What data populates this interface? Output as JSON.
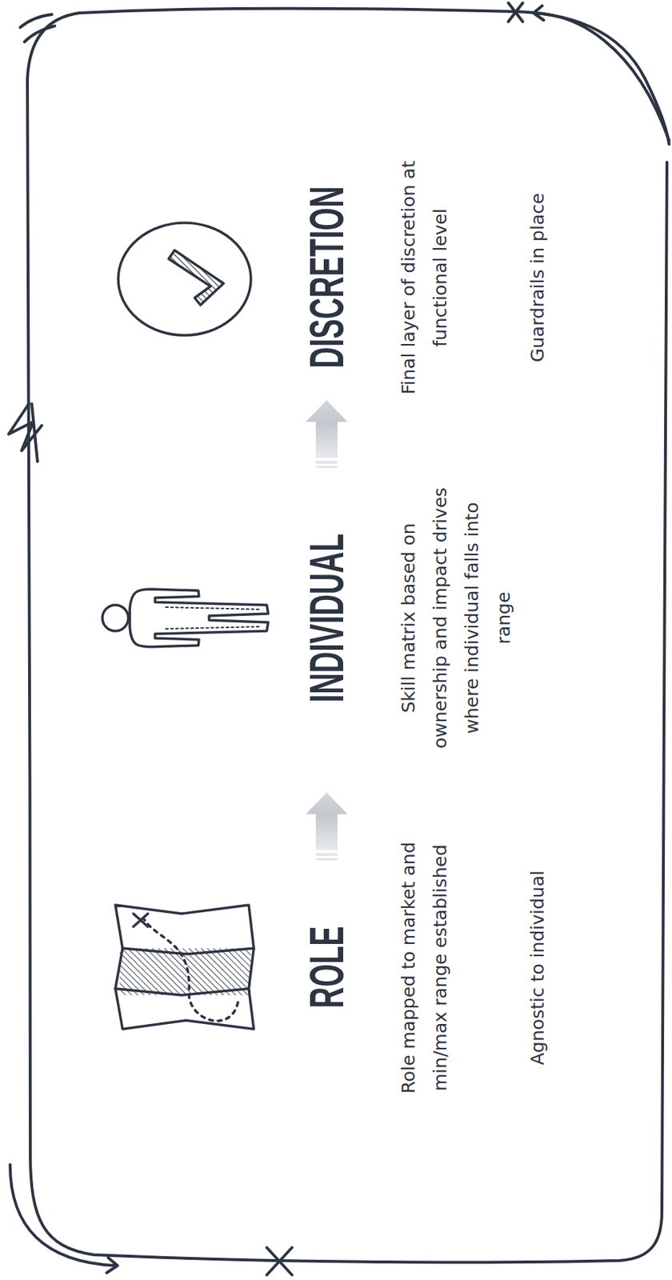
{
  "diagram": {
    "labels": [
      "ROLE",
      "Role mapped to market and min/max range established",
      "Agnostic to individual",
      "INDIVIDUAL",
      "Skill matrix based on ownership and impact drives where individual falls into range",
      "DISCRETION",
      "Final layer of discretion at functional level",
      "Guardrails in place"
    ]
  }
}
